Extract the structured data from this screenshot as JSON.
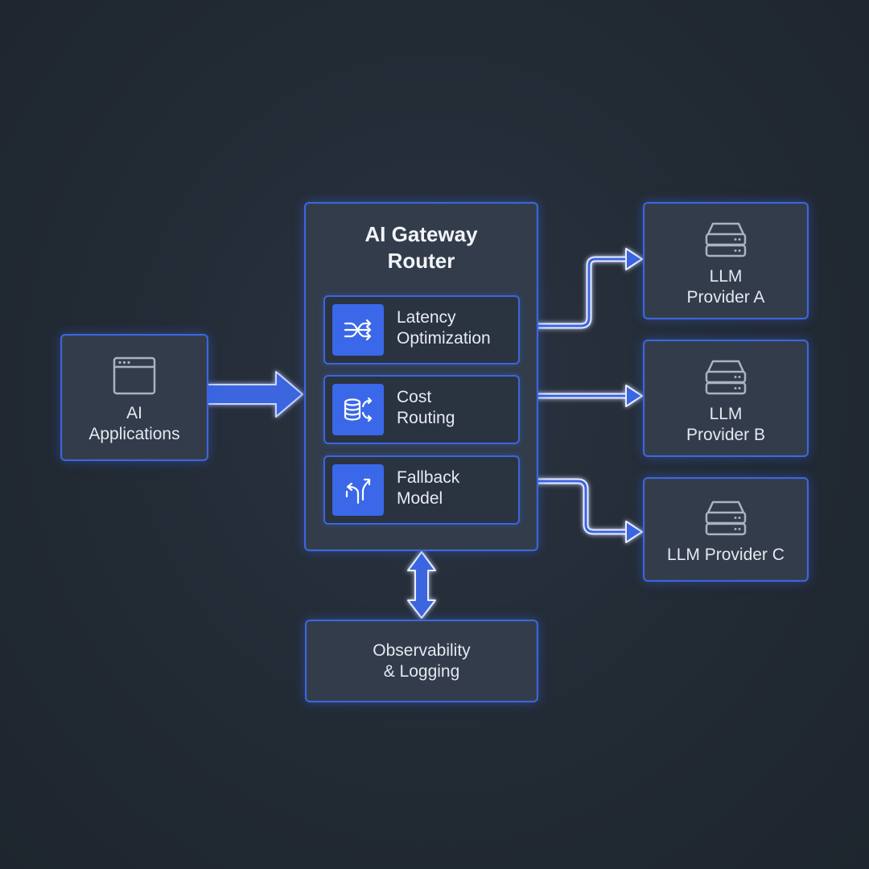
{
  "apps": {
    "label": "AI\nApplications",
    "icon": "browser-window-icon"
  },
  "gateway": {
    "title": "AI Gateway\nRouter",
    "items": [
      {
        "label": "Latency\nOptimization",
        "icon": "shuffle-icon"
      },
      {
        "label": "Cost\nRouting",
        "icon": "database-route-icon"
      },
      {
        "label": "Fallback\nModel",
        "icon": "split-arrows-icon"
      }
    ]
  },
  "providers": [
    {
      "label": "LLM\nProvider A",
      "icon": "server-icon"
    },
    {
      "label": "LLM\nProvider B",
      "icon": "server-icon"
    },
    {
      "label": "LLM Provider C",
      "icon": "server-icon"
    }
  ],
  "observability": {
    "label": "Observability\n& Logging"
  },
  "colors": {
    "accent": "#3b66e0",
    "box_fill": "#323c4b",
    "background": "#222a34"
  }
}
